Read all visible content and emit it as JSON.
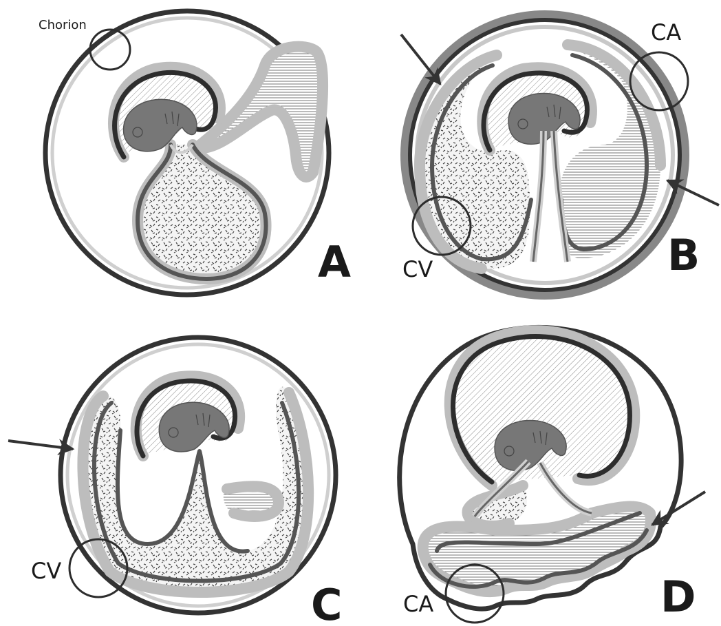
{
  "labels": {
    "chorion": "Chorion",
    "panel_a": "A",
    "panel_b": "B",
    "panel_c": "C",
    "panel_d": "D",
    "b_ca": "CA",
    "b_cv": "CV",
    "c_cv": "CV",
    "d_ca": "CA"
  },
  "colors": {
    "outline": "#333333",
    "membrane_light": "#bdbdbd",
    "membrane_dark": "#555555",
    "embryo": "#777777"
  }
}
